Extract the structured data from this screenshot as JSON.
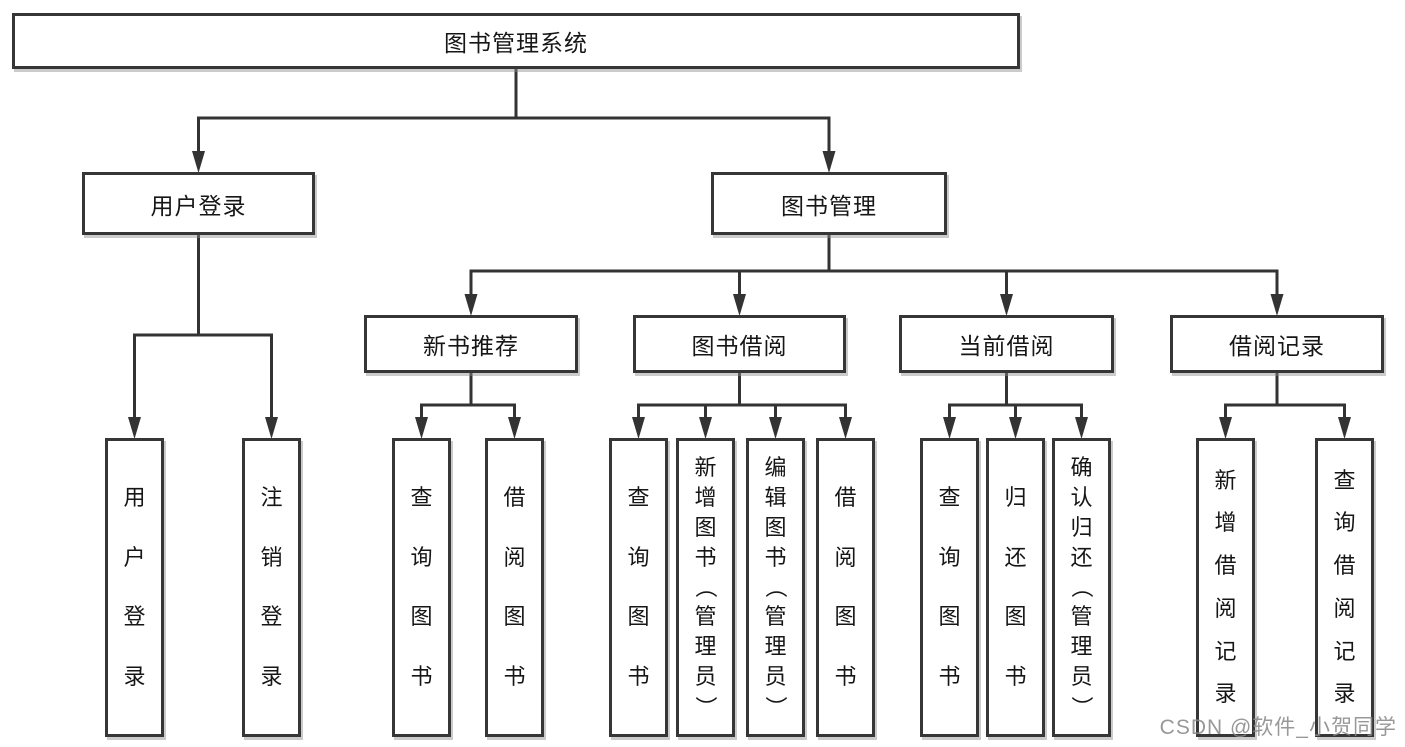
{
  "diagram": {
    "title": "图书管理系统",
    "nodes": [
      {
        "id": "root",
        "label": "图书管理系统"
      },
      {
        "id": "login",
        "label": "用户登录"
      },
      {
        "id": "mgmt",
        "label": "图书管理"
      },
      {
        "id": "rec",
        "label": "新书推荐"
      },
      {
        "id": "borrow",
        "label": "图书借阅"
      },
      {
        "id": "current",
        "label": "当前借阅"
      },
      {
        "id": "records",
        "label": "借阅记录"
      },
      {
        "id": "login-user",
        "label": "用户登录"
      },
      {
        "id": "login-logout",
        "label": "注销登录"
      },
      {
        "id": "rec-query",
        "label": "查询图书"
      },
      {
        "id": "rec-borrow",
        "label": "借阅图书"
      },
      {
        "id": "borrow-query",
        "label": "查询图书"
      },
      {
        "id": "borrow-add",
        "label": "新增图书（管理员）"
      },
      {
        "id": "borrow-edit",
        "label": "编辑图书（管理员）"
      },
      {
        "id": "borrow-borrow",
        "label": "借阅图书"
      },
      {
        "id": "current-query",
        "label": "查询图书"
      },
      {
        "id": "current-return",
        "label": "归还图书"
      },
      {
        "id": "current-confirm",
        "label": "确认归还（管理员）"
      },
      {
        "id": "records-add",
        "label": "新增借阅记录"
      },
      {
        "id": "records-query",
        "label": "查询借阅记录"
      }
    ],
    "edges": [
      {
        "parent": "root",
        "children": [
          "login",
          "mgmt"
        ]
      },
      {
        "parent": "login",
        "children": [
          "login-user",
          "login-logout"
        ]
      },
      {
        "parent": "mgmt",
        "children": [
          "rec",
          "borrow",
          "current",
          "records"
        ]
      },
      {
        "parent": "rec",
        "children": [
          "rec-query",
          "rec-borrow"
        ]
      },
      {
        "parent": "borrow",
        "children": [
          "borrow-query",
          "borrow-add",
          "borrow-edit",
          "borrow-borrow"
        ]
      },
      {
        "parent": "current",
        "children": [
          "current-query",
          "current-return",
          "current-confirm"
        ]
      },
      {
        "parent": "records",
        "children": [
          "records-add",
          "records-query"
        ]
      }
    ],
    "colors": {
      "line": "#333333",
      "border": "#363636",
      "text": "#161616",
      "background": "#ffffff",
      "watermark": "#8a8a8a"
    },
    "watermark": "CSDN @软件_小贺同学"
  }
}
